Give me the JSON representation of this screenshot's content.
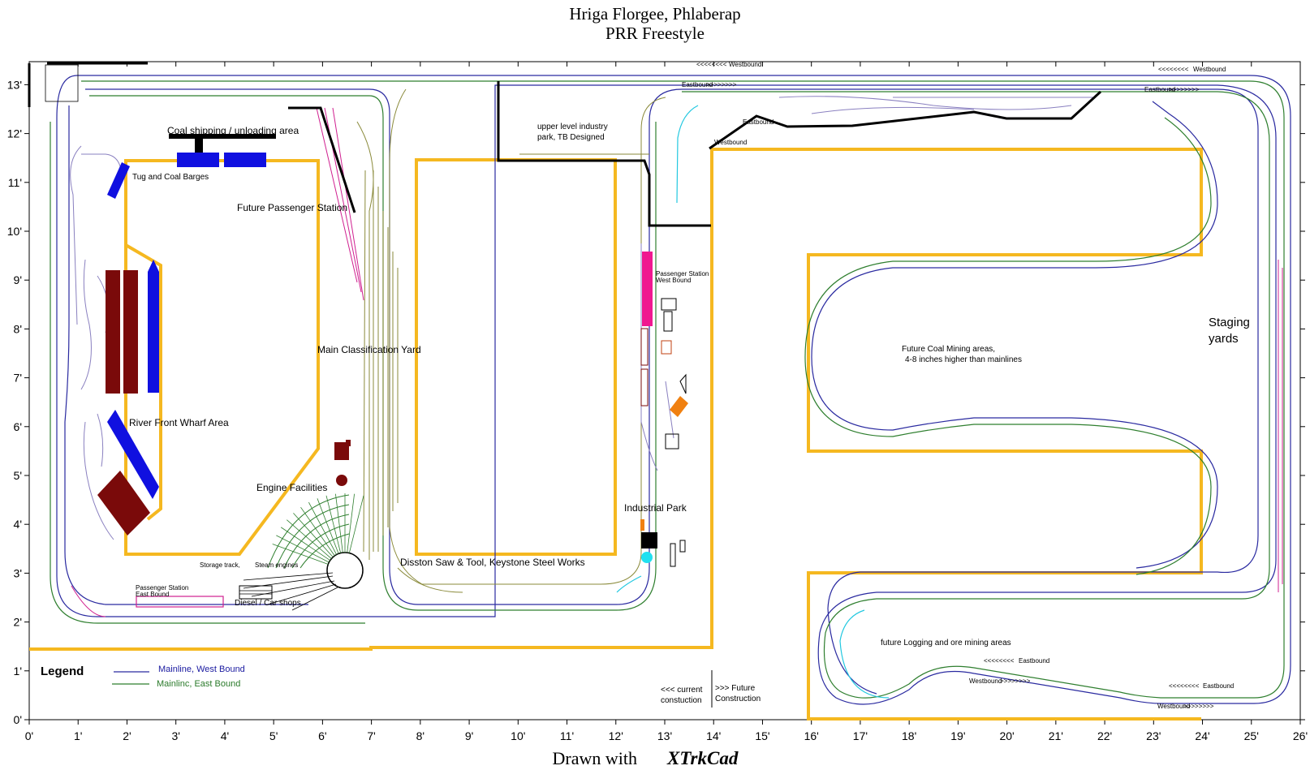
{
  "title": {
    "line1": "Hriga Florgee, Phlaberap",
    "line2": "PRR Freestyle"
  },
  "credit": {
    "prefix": "Drawn with",
    "app": "XTrkCad"
  },
  "x_ticks": [
    "0'",
    "1'",
    "2'",
    "3'",
    "4'",
    "5'",
    "6'",
    "7'",
    "8'",
    "9'",
    "10'",
    "11'",
    "12'",
    "13'",
    "14'",
    "15'",
    "16'",
    "17'",
    "18'",
    "19'",
    "20'",
    "21'",
    "22'",
    "23'",
    "24'",
    "25'",
    "26'"
  ],
  "y_ticks": [
    "0'",
    "1'",
    "2'",
    "3'",
    "4'",
    "5'",
    "6'",
    "7'",
    "8'",
    "9'",
    "10'",
    "11'",
    "12'",
    "13'"
  ],
  "labels": {
    "coal_shipping": "Coal shipping / unloading area",
    "tug_barges": "Tug and Coal Barges",
    "future_passenger": "Future Passenger Station",
    "upper_industry_1": "upper level industry",
    "upper_industry_2": "park,  TB Designed",
    "main_yard": "Main Classification Yard",
    "river_wharf": "River Front Wharf Area",
    "engine_facilities": "Engine Facilities",
    "storage_track": "Storage track,",
    "steam_engines": "Steam engines",
    "diesel_shops": "Diesel / Car shops",
    "passenger_east_1": "Passenger Station",
    "passenger_east_2": "East Bound",
    "disston": "Disston Saw & Tool, Keystone Steel Works",
    "industrial_park": "Industrial Park",
    "passenger_west_1": "Passenger Station",
    "passenger_west_2": "West Bound",
    "coal_mining_1": "Future Coal Mining areas,",
    "coal_mining_2": "4-8 inches higher than mainlines",
    "staging_1": "Staging",
    "staging_2": "yards",
    "logging": "future Logging and ore mining areas",
    "current_1": "<<<  current",
    "current_2": "constuction",
    "future_1": ">>> Future",
    "future_2": "Construction",
    "westbound": "Westbound",
    "eastbound": "Eastbound"
  },
  "legend": {
    "title": "Legend",
    "west": "Mainline, West Bound",
    "east": "Mainlinc, East Bound"
  },
  "colors": {
    "benchwork": "#f5b820",
    "mainline_west": "#2a2aa0",
    "mainline_east": "#2f7f2f",
    "barge": "#1010e0",
    "building": "#7a0a0a",
    "passenger_station_west": "#f01890",
    "passenger_station_east": "#d02090",
    "industry_orange": "#f08010",
    "cyan_marker": "#20e0f0"
  }
}
